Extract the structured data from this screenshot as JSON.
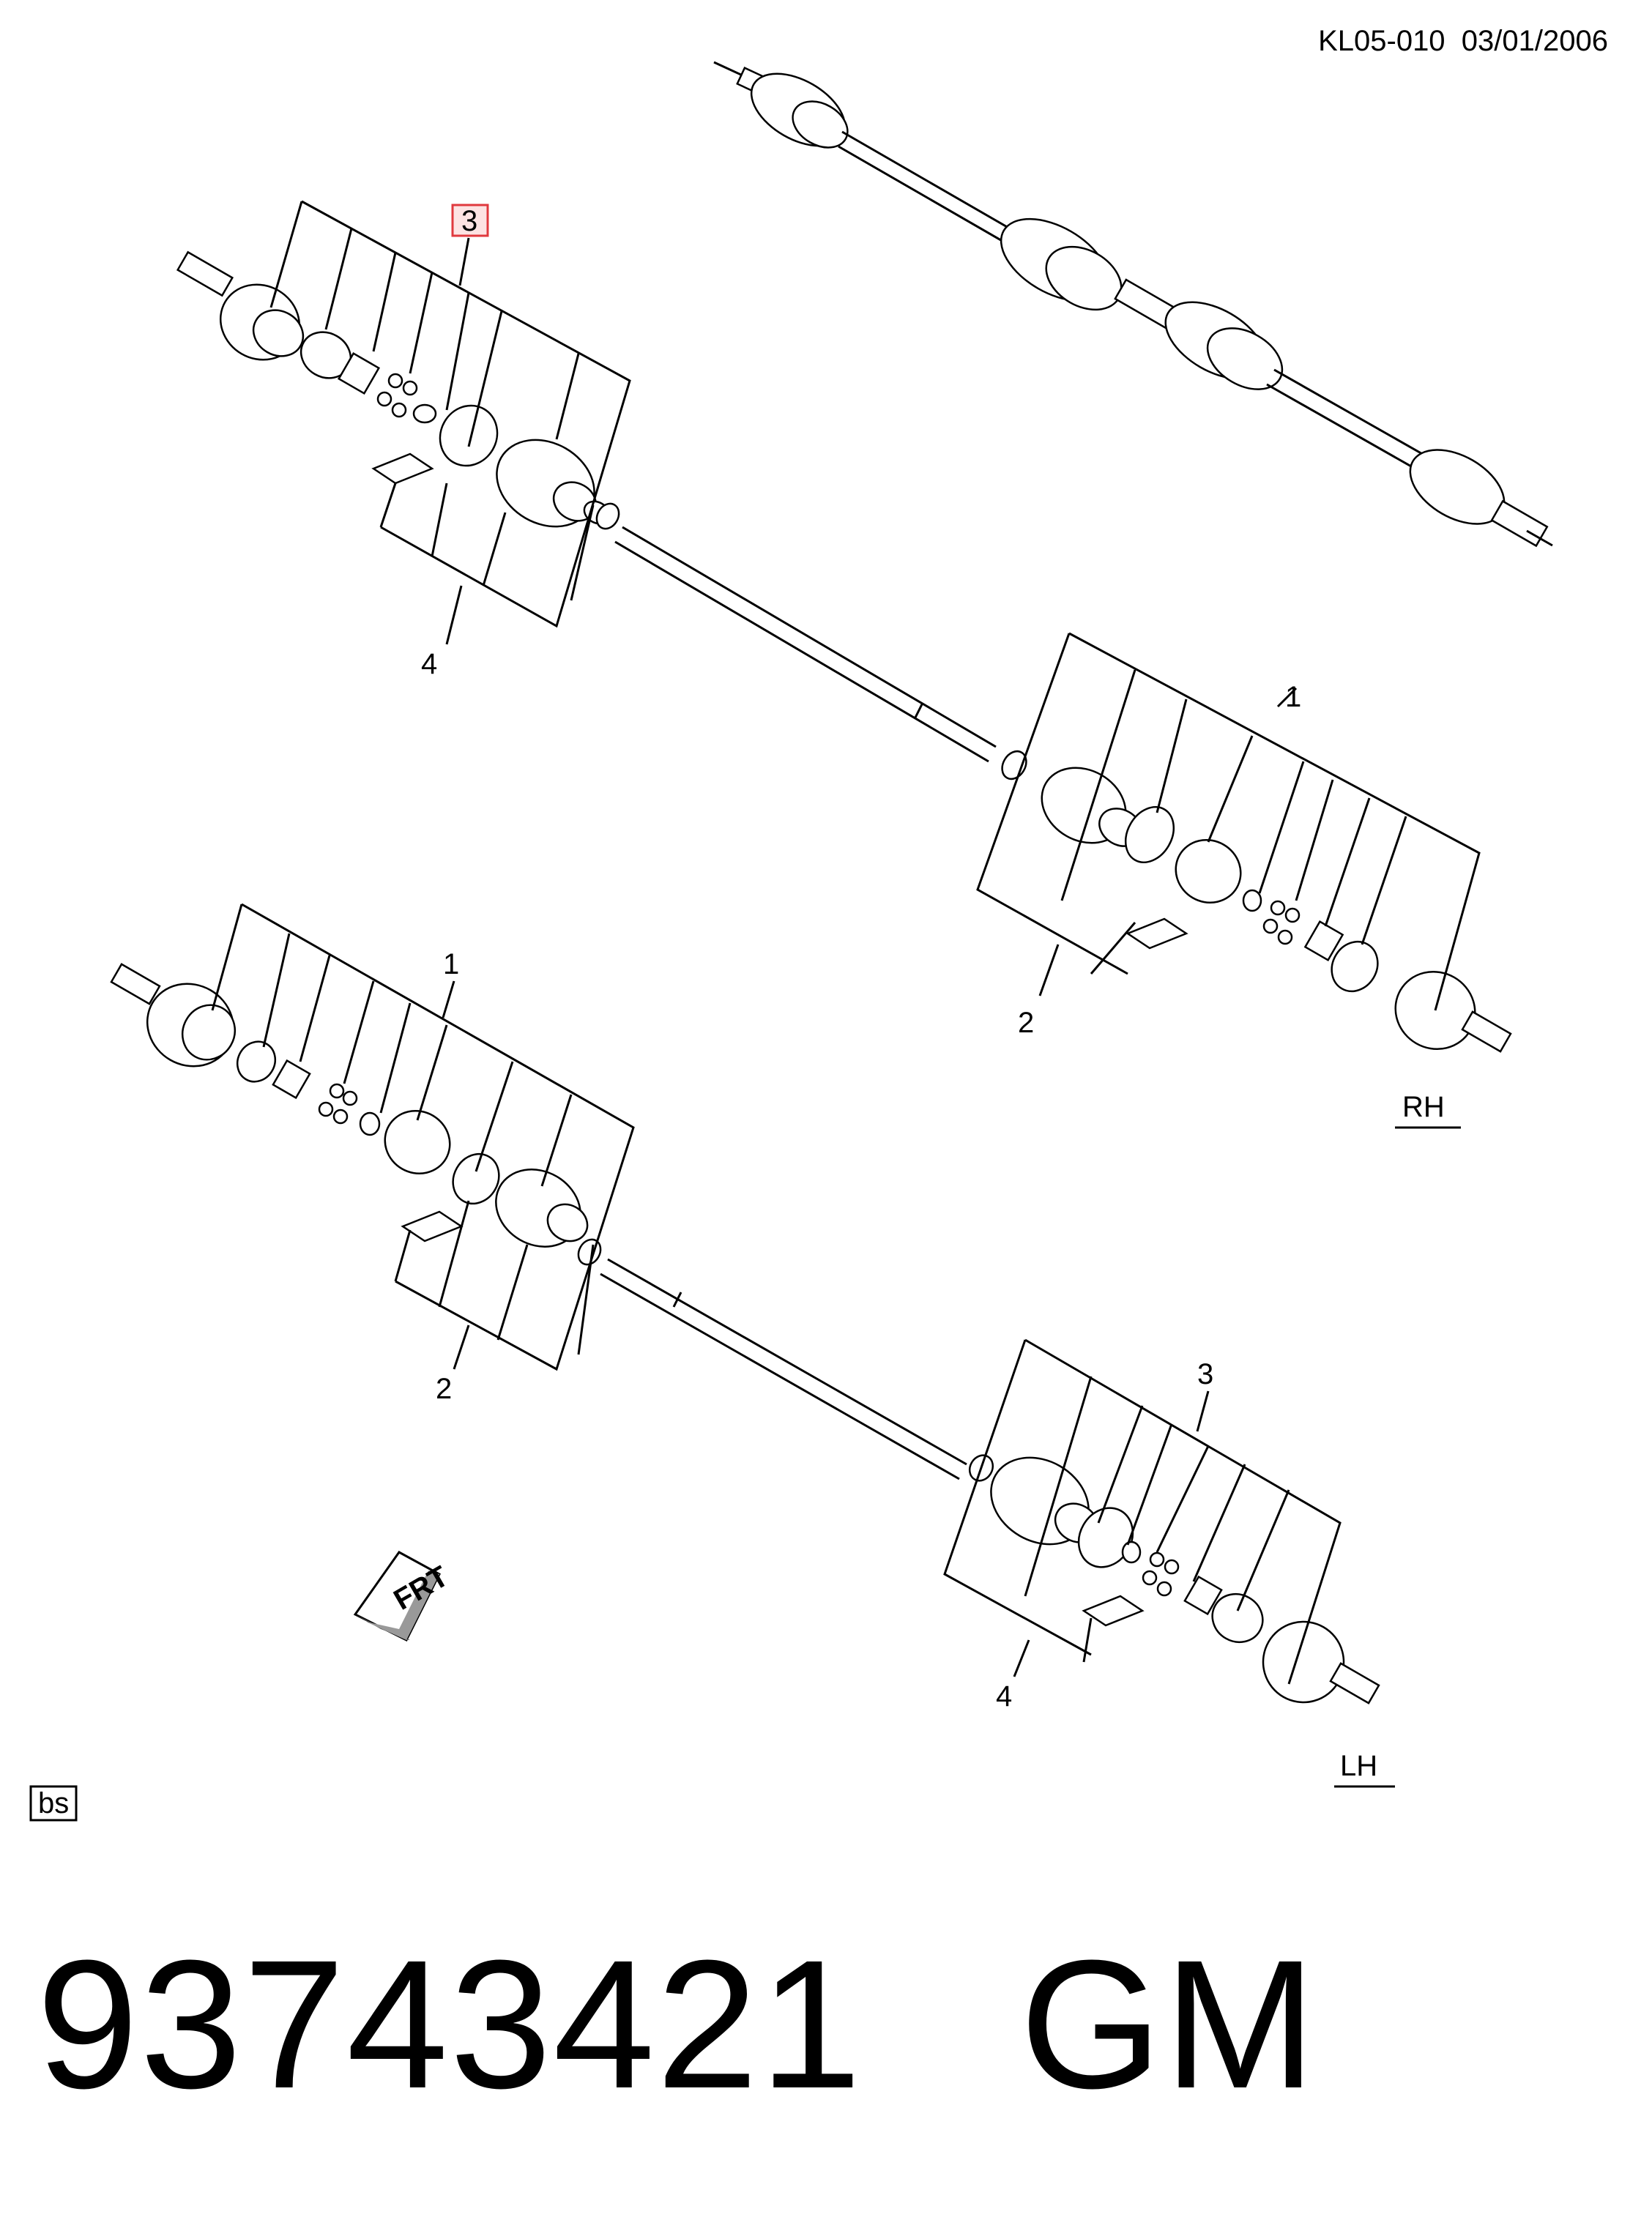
{
  "header": {
    "code": "KL05-010",
    "date": "03/01/2006"
  },
  "callouts": {
    "rh_highlight": "3",
    "rh_upper_4": "4",
    "rh_lower_1": "1",
    "rh_lower_2": "2",
    "lh_upper_1": "1",
    "lh_upper_2": "2",
    "lh_lower_3": "3",
    "lh_lower_4": "4"
  },
  "side_labels": {
    "rh": "RH",
    "lh": "LH"
  },
  "direction_arrow": "FRT",
  "stamp": "bs",
  "footer": {
    "part_number": "93743421",
    "brand": "GM"
  },
  "colors": {
    "highlight": "#e0393e",
    "highlight_fill": "#fde3e3",
    "line": "#000000"
  }
}
